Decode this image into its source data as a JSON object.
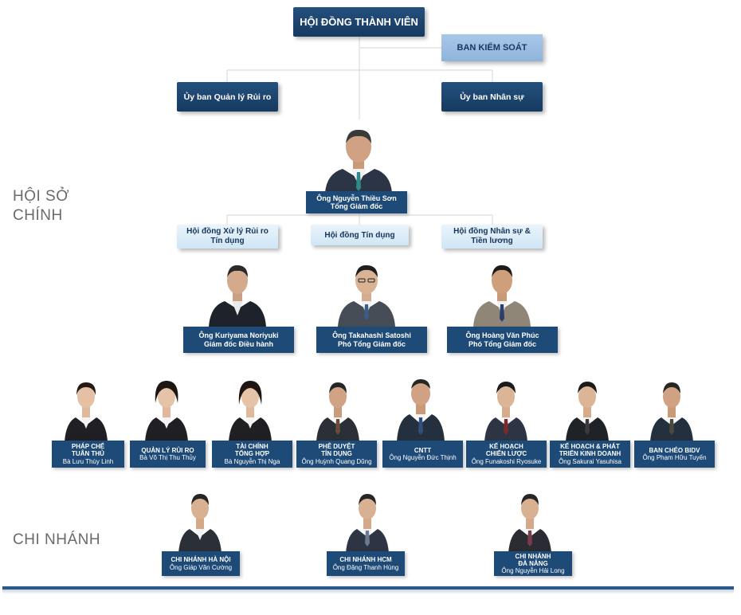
{
  "board": {
    "title": "HỘI ĐỒNG THÀNH VIÊN"
  },
  "supervisory": {
    "title": "BAN KIỂM SOÁT"
  },
  "committees": {
    "risk": "Ủy ban Quản lý Rủi ro",
    "hr": "Ủy ban Nhân sự"
  },
  "sections": {
    "head_office_line1": "HỘI SỞ",
    "head_office_line2": "CHÍNH",
    "branches": "CHI NHÁNH"
  },
  "ceo": {
    "name": "Ông Nguyễn Thiều Sơn",
    "title": "Tổng Giám đốc"
  },
  "councils": {
    "credit_risk_line1": "Hội đồng Xử lý Rủi ro",
    "credit_risk_line2": "Tín dụng",
    "credit": "Hội đồng Tín dụng",
    "hr_salary_line1": "Hội đồng Nhân sự &",
    "hr_salary_line2": "Tiền lương"
  },
  "executives": [
    {
      "name": "Ông Kuriyama Noriyuki",
      "title": "Giám đốc Điều hành"
    },
    {
      "name": "Ông Takahashi Satoshi",
      "title": "Phó Tổng Giám đốc"
    },
    {
      "name": "Ông Hoàng Văn Phúc",
      "title": "Phó Tổng Giám đốc"
    }
  ],
  "departments": [
    {
      "dept1": "PHÁP CHẾ",
      "dept2": "TUÂN THỦ",
      "person": "Bà Lưu Thùy Linh"
    },
    {
      "dept1": "QUẢN LÝ RỦI RO",
      "dept2": "",
      "person": "Bà Võ Thị Thu Thủy"
    },
    {
      "dept1": "TÀI CHÍNH",
      "dept2": "TỔNG HỢP",
      "person": "Bà Nguyễn Thị Nga"
    },
    {
      "dept1": "PHÊ DUYỆT",
      "dept2": "TÍN DỤNG",
      "person": "Ông Huỳnh Quang Dũng"
    },
    {
      "dept1": "CNTT",
      "dept2": "",
      "person": "Ông Nguyễn Đức Thịnh"
    },
    {
      "dept1": "KẾ HOẠCH",
      "dept2": "CHIẾN LƯỢC",
      "person": "Ông Funakoshi Ryosuke"
    },
    {
      "dept1": "KẾ HOẠCH & PHÁT",
      "dept2": "TRIỂN KINH DOANH",
      "person": "Ông Sakurai Yasuhisa"
    },
    {
      "dept1": "BAN CHÉO BIDV",
      "dept2": "",
      "person": "Ông Phạm Hữu Tuyến"
    }
  ],
  "branches": [
    {
      "line1": "CHI NHÁNH HÀ NỘI",
      "line2": "",
      "person": "Ông Giáp Văn Cường"
    },
    {
      "line1": "CHI NHÁNH HCM",
      "line2": "",
      "person": "Ông Đặng Thanh Hùng"
    },
    {
      "line1": "CHI NHÁNH",
      "line2": "ĐÀ NẴNG",
      "person": "Ông Nguyễn Hải Long"
    }
  ],
  "colors": {
    "dark_box": "#1e4a78",
    "light_box": "#d8ebf7",
    "mid_box": "#9dbde2",
    "section_text": "#6a6a6a"
  }
}
